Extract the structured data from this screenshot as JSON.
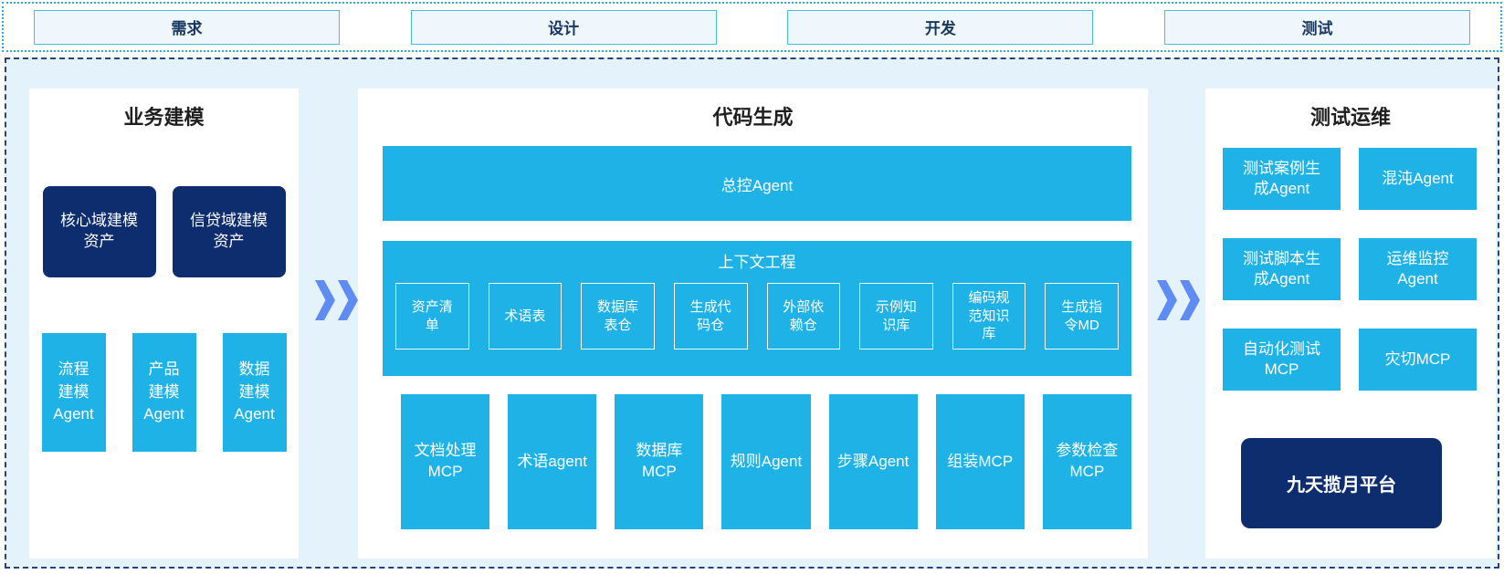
{
  "phases": [
    "需求",
    "设计",
    "开发",
    "测试"
  ],
  "business_modeling": {
    "title": "业务建模",
    "asset_boxes": [
      "核心域建模\n资产",
      "信贷域建模\n资产"
    ],
    "agent_boxes": [
      "流程\n建模\nAgent",
      "产品\n建模\nAgent",
      "数据\n建模\nAgent"
    ]
  },
  "code_generation": {
    "title": "代码生成",
    "master_agent": "总控Agent",
    "context_engineering": {
      "title": "上下文工程",
      "boxes": [
        "资产清\n单",
        "术语表",
        "数据库\n表仓",
        "生成代\n码仓",
        "外部依\n赖仓",
        "示例知\n识库",
        "编码规\n范知识\n库",
        "生成指\n令MD"
      ]
    },
    "bottom_boxes": [
      "文档处理\nMCP",
      "术语agent",
      "数据库\nMCP",
      "规则Agent",
      "步骤Agent",
      "组装MCP",
      "参数检查\nMCP"
    ]
  },
  "test_ops": {
    "title": "测试运维",
    "boxes": [
      "测试案例生\n成Agent",
      "混沌Agent",
      "测试脚本生\n成Agent",
      "运维监控\nAgent",
      "自动化测试\nMCP",
      "灾切MCP"
    ],
    "platform": "九天揽月平台"
  },
  "colors": {
    "cyan": "#1FB2E6",
    "navy": "#0E2D6E",
    "container_bg": "#E4F2FB",
    "arrow": "#5F8CF3",
    "phase_bg": "#EFF7FC",
    "phase_border": "#45BCE5",
    "phase_text": "#17375E",
    "dotted_border": "#2AACE0",
    "dashed_border": "#28437C"
  }
}
